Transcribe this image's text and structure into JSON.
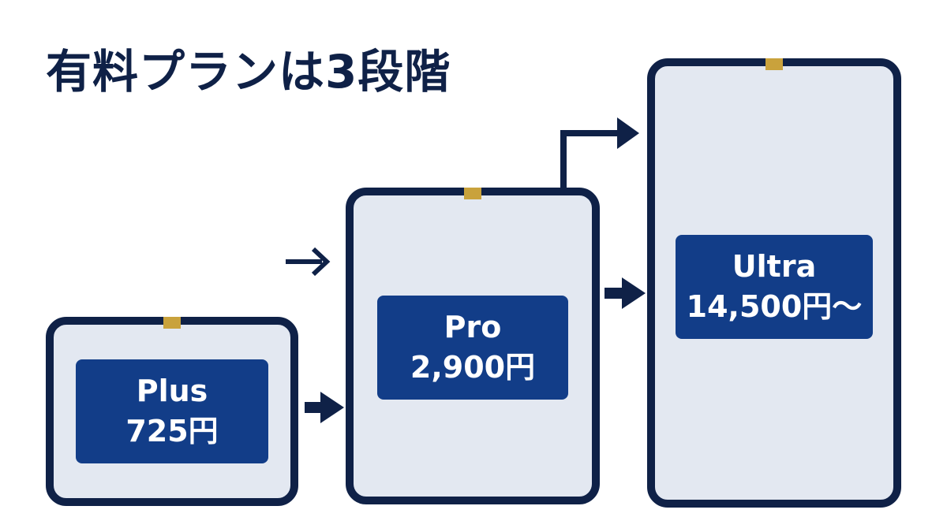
{
  "title": "有料プランは3段階",
  "colors": {
    "navy": "#0f2147",
    "card_fill": "#e3e8f1",
    "label_fill": "#123d88",
    "accent_tab": "#c9a23c",
    "label_text": "#ffffff"
  },
  "plans": [
    {
      "name": "Plus",
      "price": "725円"
    },
    {
      "name": "Pro",
      "price": "2,900円"
    },
    {
      "name": "Ultra",
      "price": "14,500円〜"
    }
  ],
  "icons": [
    "right-arrow-icon",
    "elbow-arrow-icon"
  ]
}
